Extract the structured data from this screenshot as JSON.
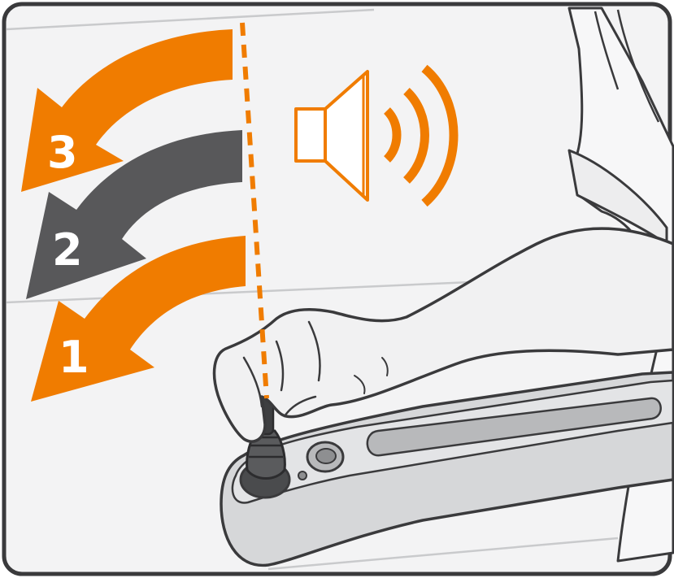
{
  "illustration": {
    "steps": [
      {
        "number": "1",
        "color": "#F07C00"
      },
      {
        "number": "2",
        "color": "#58585A"
      },
      {
        "number": "3",
        "color": "#F07C00"
      }
    ],
    "sound_icon": "speaker-sound-icon",
    "colors": {
      "accent_orange": "#F07C00",
      "dark_gray": "#58585A",
      "outline": "#3A3A3C",
      "armrest_fill": "#D6D7D9",
      "skin_fill": "#F1F1F2"
    }
  }
}
